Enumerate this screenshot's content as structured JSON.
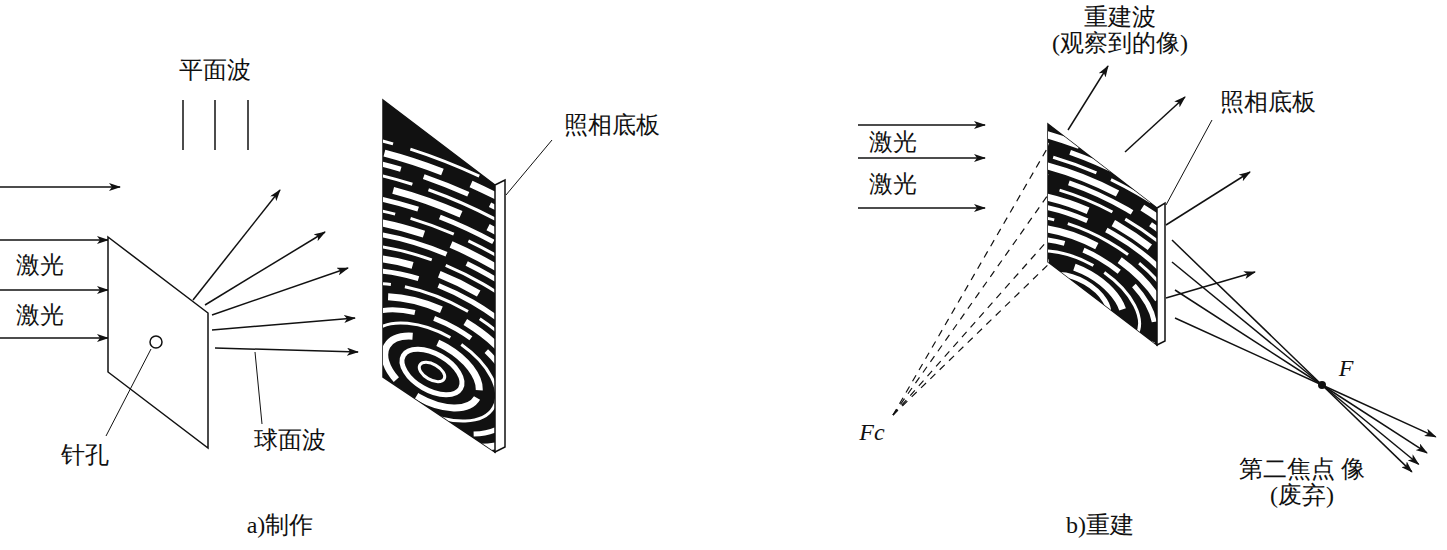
{
  "diagram": {
    "labels": [
      "平面波",
      "激光",
      "激光",
      "针孔",
      "球面波",
      "照相底板",
      "a)制作",
      "重建波 (观察到的像)",
      "照相底板",
      "激光",
      "激光",
      "Fc",
      "F",
      "第二焦点 像(废弃)",
      "b)重建"
    ]
  }
}
